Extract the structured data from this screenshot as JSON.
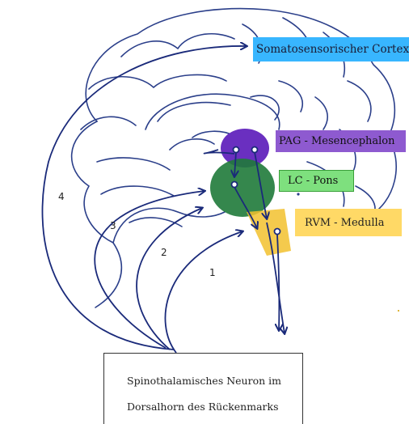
{
  "labels": {
    "cortex": "Somatosensorischer Cortex",
    "pag": "PAG  -  Mesencephalon",
    "lc": "LC  -  Pons",
    "rvm": "RVM  -  Medulla"
  },
  "neuron_box": {
    "line1": "Spinothalamisches Neuron im",
    "line2": "Dorsalhorn des Rückenmarks"
  },
  "pathway_numbers": [
    "1",
    "2",
    "3",
    "4"
  ],
  "colors": {
    "cortex": "#38b6ff",
    "pag": "#8e5ad0",
    "lc": "#7ee07e",
    "rvm": "#ffd966",
    "pag_region": "#6a2fc0",
    "lc_region": "#1f7a3a",
    "rvm_region": "#f2c12e",
    "arrows": "#1a2a7a",
    "outline": "#2b3f8a"
  }
}
